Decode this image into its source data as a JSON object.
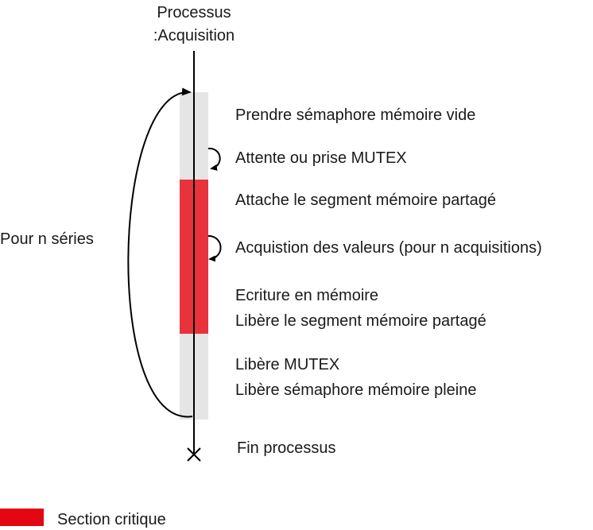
{
  "process": {
    "title_line1": "Processus",
    "title_line2": ":Acquisition"
  },
  "loop_label": "Pour n séries",
  "steps": [
    {
      "label": "Prendre sémaphore mémoire vide"
    },
    {
      "label": "Attente ou prise MUTEX"
    },
    {
      "label": "Attache le segment mémoire partagé"
    },
    {
      "label": "Acquistion des valeurs (pour n acquisitions)"
    },
    {
      "label": "Ecriture en mémoire"
    },
    {
      "label": "Libère le segment mémoire partagé"
    },
    {
      "label": "Libère MUTEX"
    },
    {
      "label": "Libère sémaphore mémoire pleine"
    },
    {
      "label": "Fin processus"
    }
  ],
  "legend": {
    "label": "Section critique",
    "color": "#e30613"
  },
  "colors": {
    "activation": "#e5e5e5",
    "critical": "#e8323c",
    "line": "#000000"
  }
}
